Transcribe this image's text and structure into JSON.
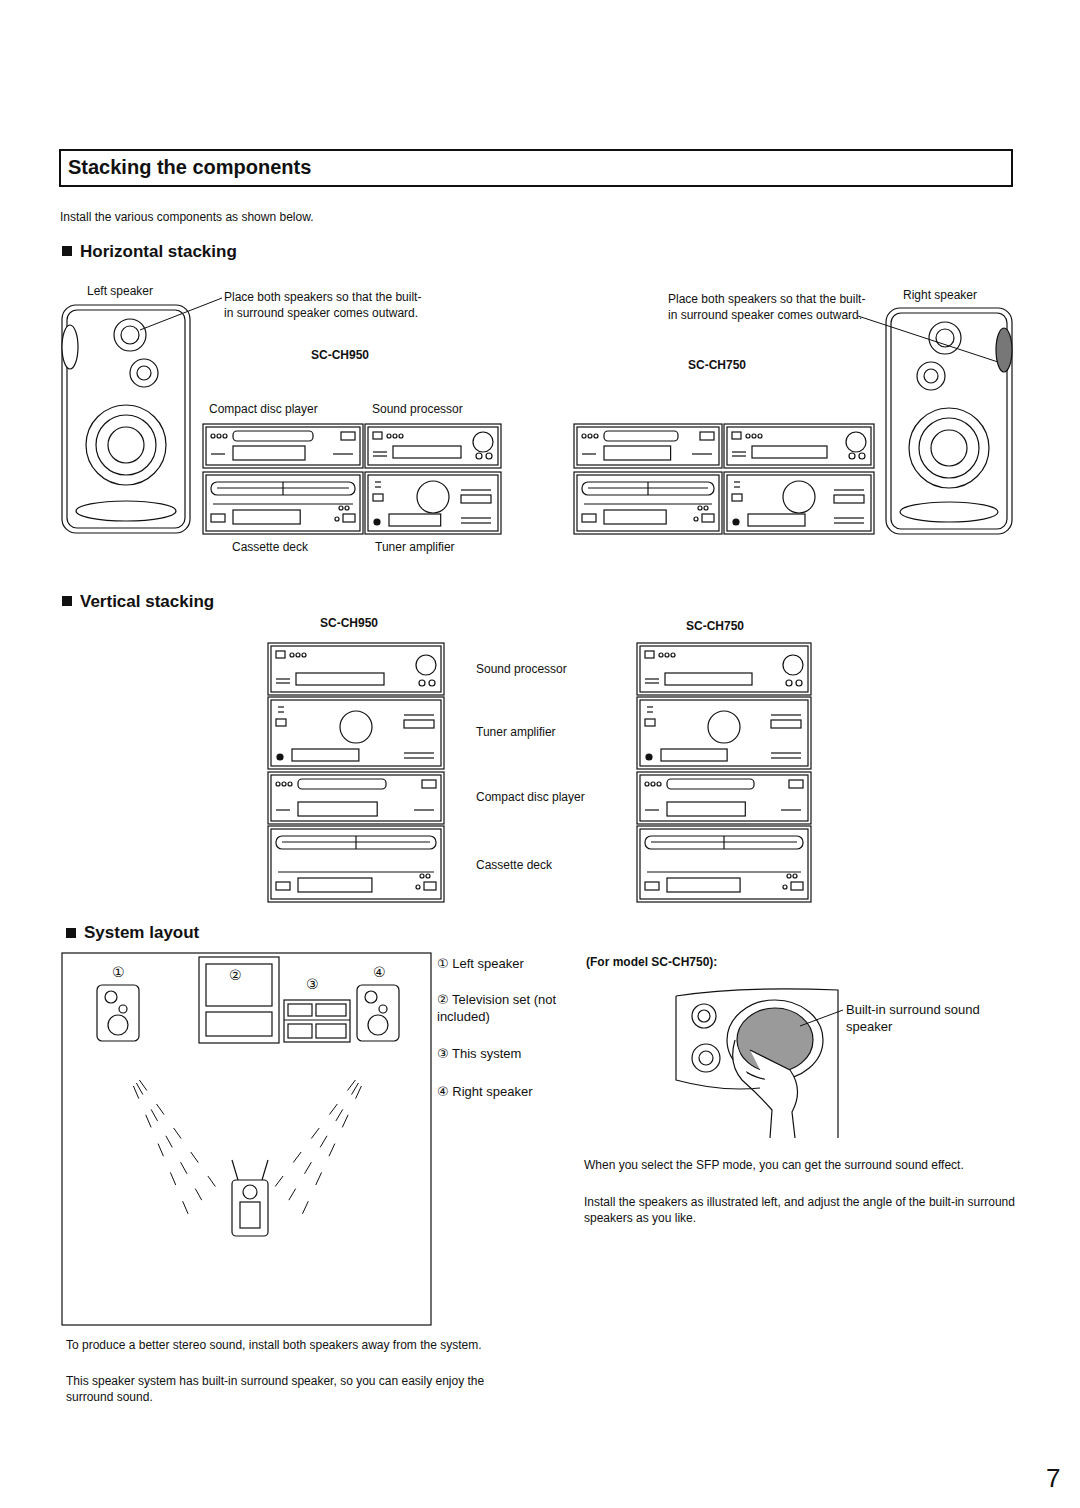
{
  "diagram": {
    "title": "Stacking the components",
    "labels": [
      "Install the various components as shown below.",
      "Horizontal stacking",
      "Left speaker",
      "Place both speakers so that the built-in surround speaker comes outward.",
      "SC-CH950",
      "Compact disc player",
      "Sound processor",
      "Cassette deck",
      "Tuner amplifier",
      "Place both speakers so that the built-in surround speaker comes outward.",
      "SC-CH750",
      "Right speaker",
      "Vertical stacking",
      "SC-CH950",
      "SC-CH750",
      "Sound processor",
      "Tuner amplifier",
      "Compact disc player",
      "Cassette deck",
      "System layout",
      "①",
      "②",
      "③",
      "④",
      "① Left speaker",
      "② Television set (not included)",
      "③ This system",
      "④ Right speaker",
      "(For model SC-CH750):",
      "Built-in surround sound speaker",
      "When you select the SFP mode, you can get the surround sound effect.",
      "Install the speakers as illustrated left, and adjust the angle of the built-in surround speakers as you like.",
      "To produce a better stereo sound, install both speakers away from the system.",
      "This speaker system has built-in surround speaker, so you can easily enjoy the surround sound.",
      "7"
    ]
  }
}
